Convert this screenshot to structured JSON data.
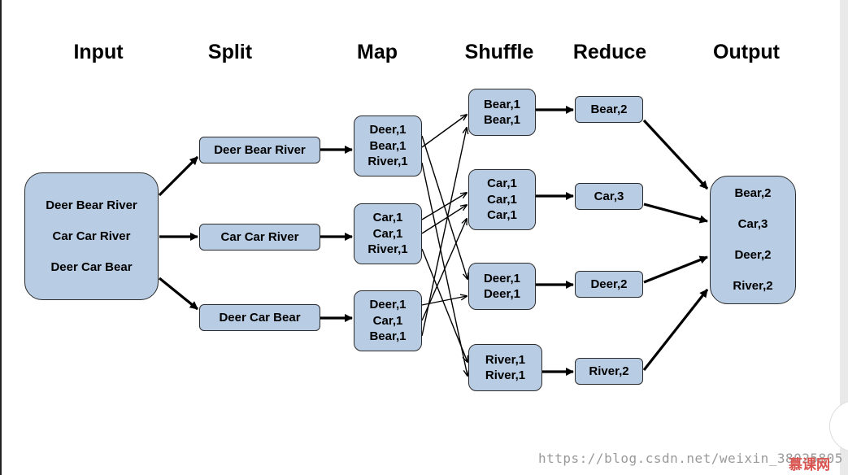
{
  "headings": {
    "input": "Input",
    "split": "Split",
    "map": "Map",
    "shuffle": "Shuffle",
    "reduce": "Reduce",
    "output": "Output"
  },
  "input_box": {
    "lines": [
      "Deer Bear River",
      "Car Car River",
      "Deer Car Bear"
    ]
  },
  "split_boxes": [
    {
      "text": "Deer Bear River"
    },
    {
      "text": "Car Car River"
    },
    {
      "text": "Deer Car Bear"
    }
  ],
  "map_boxes": [
    {
      "lines": [
        "Deer,1",
        "Bear,1",
        "River,1"
      ]
    },
    {
      "lines": [
        "Car,1",
        "Car,1",
        "River,1"
      ]
    },
    {
      "lines": [
        "Deer,1",
        "Car,1",
        "Bear,1"
      ]
    }
  ],
  "shuffle_boxes": [
    {
      "lines": [
        "Bear,1",
        "Bear,1"
      ]
    },
    {
      "lines": [
        "Car,1",
        "Car,1",
        "Car,1"
      ]
    },
    {
      "lines": [
        "Deer,1",
        "Deer,1"
      ]
    },
    {
      "lines": [
        "River,1",
        "River,1"
      ]
    }
  ],
  "reduce_boxes": [
    {
      "text": "Bear,2"
    },
    {
      "text": "Car,3"
    },
    {
      "text": "Deer,2"
    },
    {
      "text": "River,2"
    }
  ],
  "output_box": {
    "lines": [
      "Bear,2",
      "Car,3",
      "Deer,2",
      "River,2"
    ]
  },
  "watermark": {
    "url": "https://blog.csdn.net/weixin_38025805",
    "brand": "慕课网"
  },
  "colors": {
    "box_fill": "#b8cce4",
    "border": "#2b2b2b",
    "arrow": "#000000"
  }
}
